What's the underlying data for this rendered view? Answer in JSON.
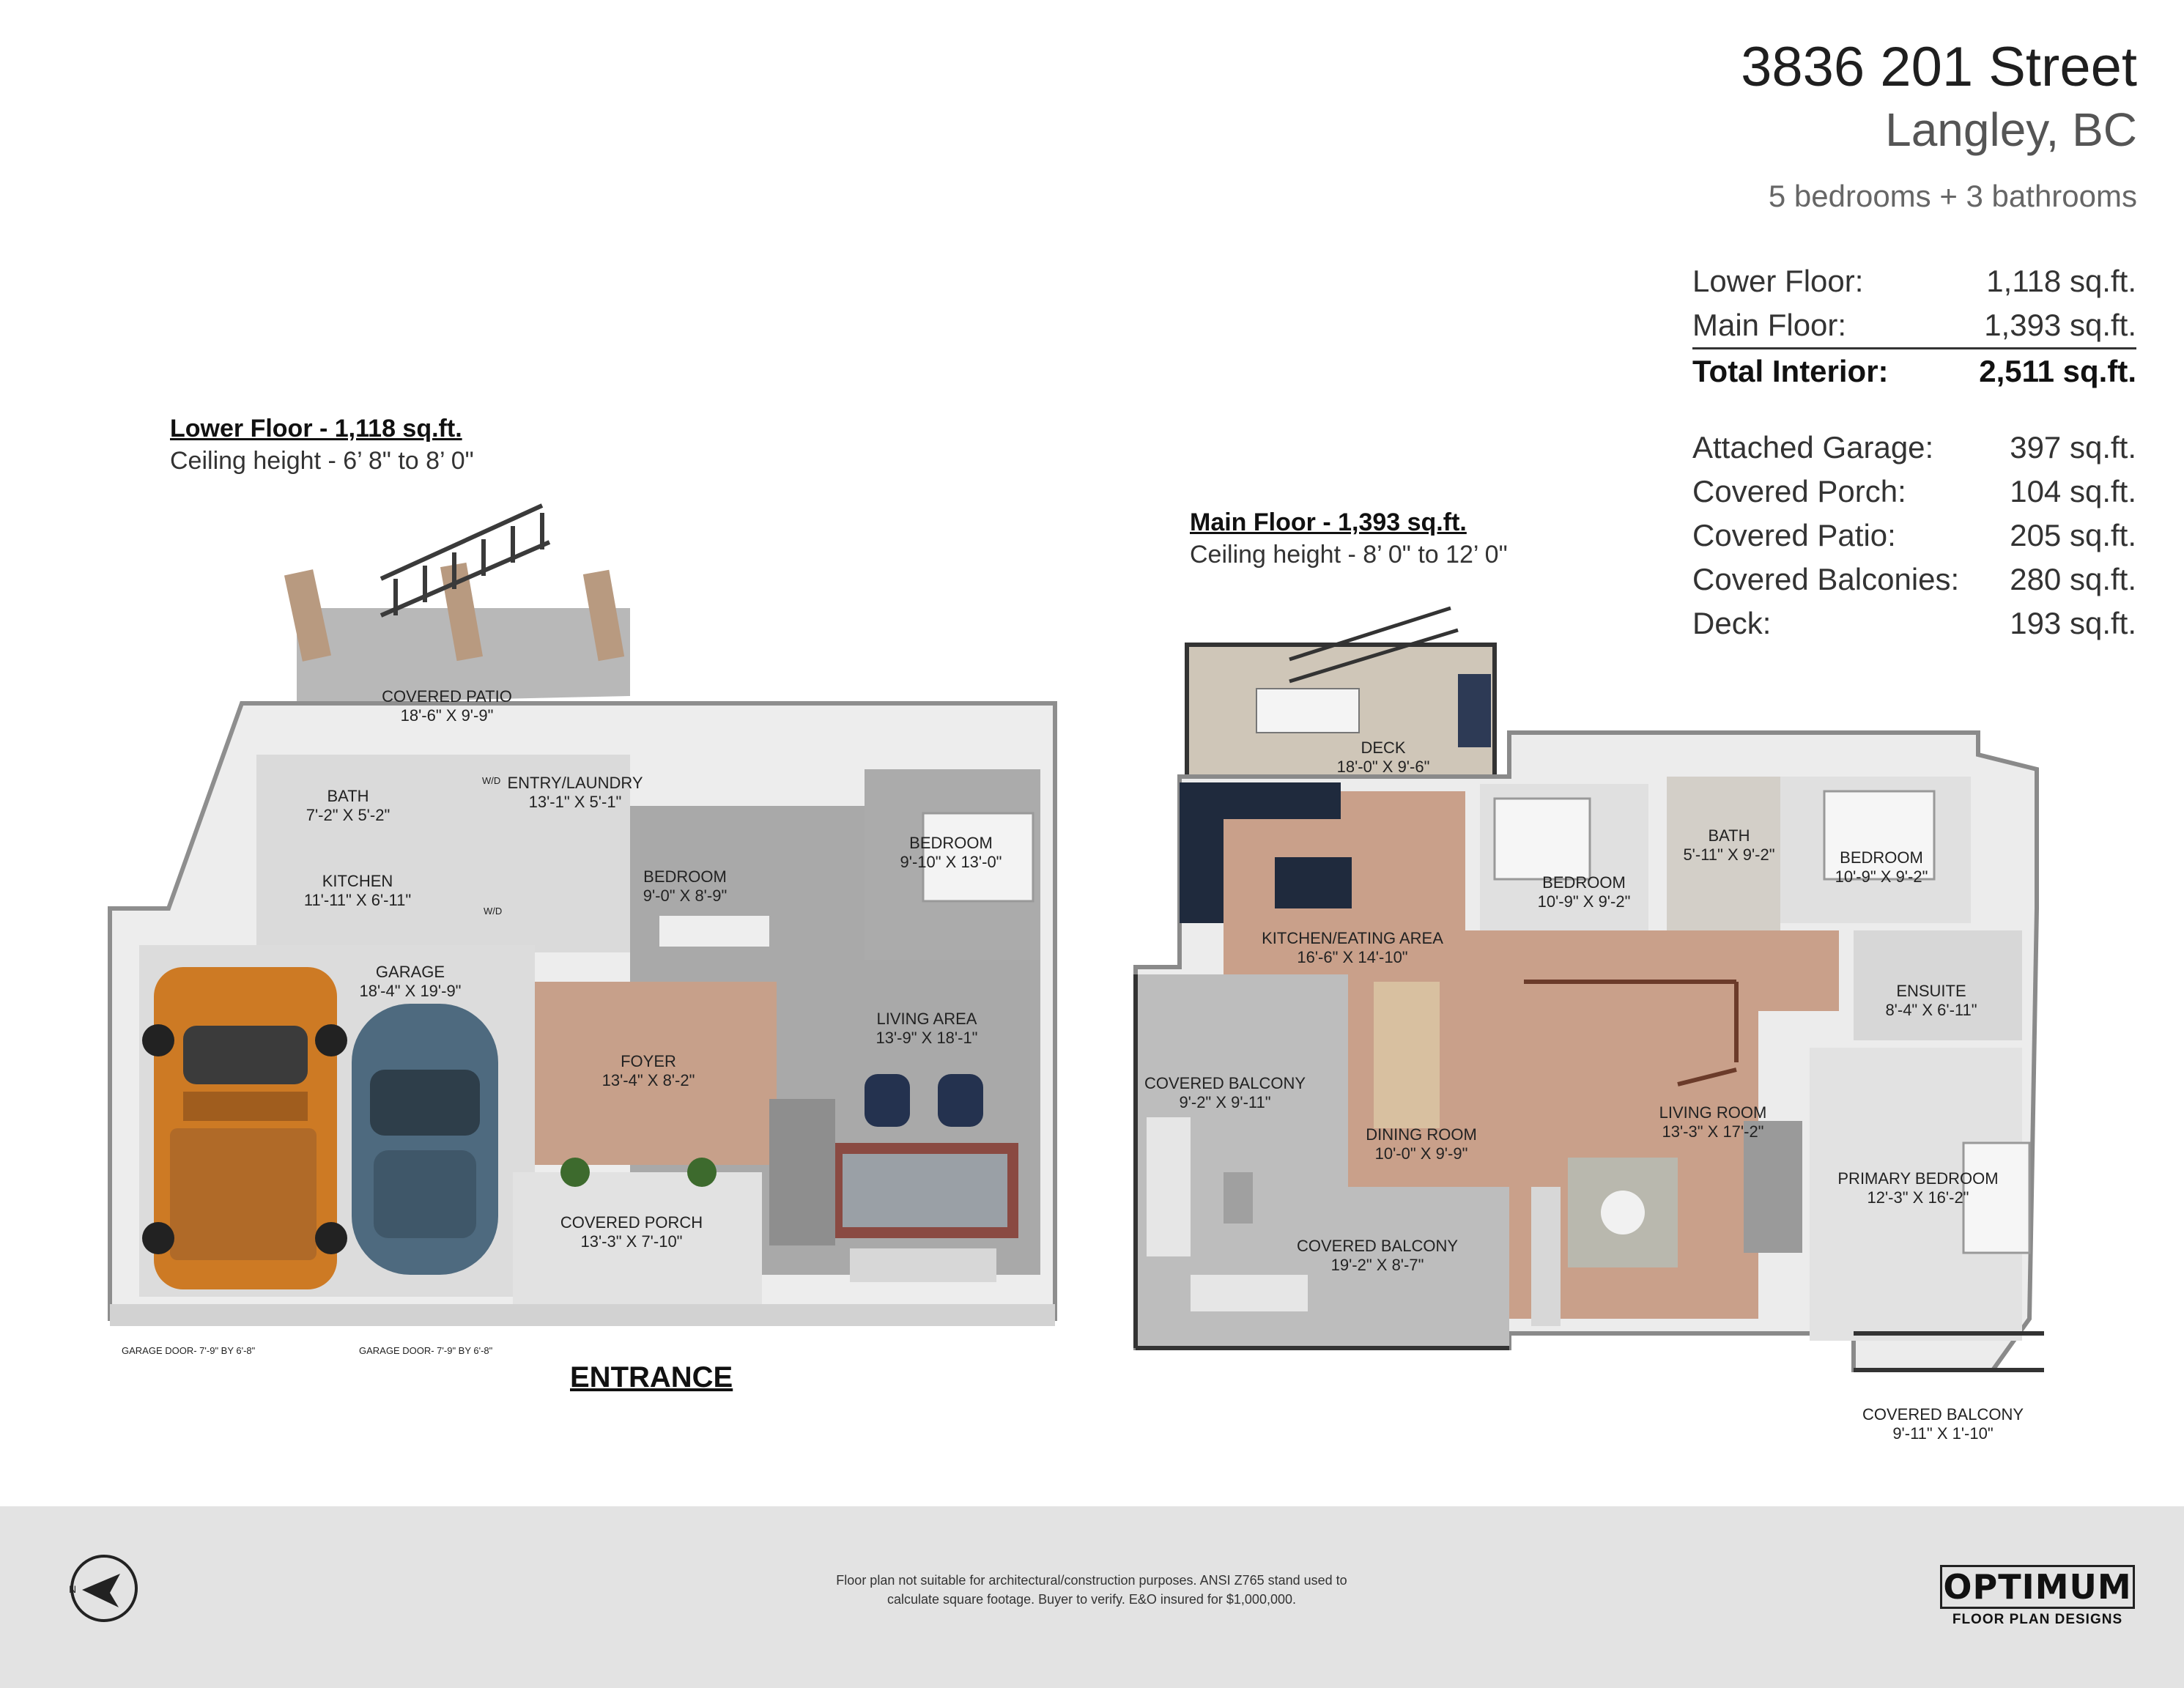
{
  "header": {
    "address_line1": "3836 201 Street",
    "address_line2": "Langley, BC",
    "summary": "5 bedrooms + 3 bathrooms"
  },
  "areas": {
    "interior": [
      {
        "label": "Lower Floor:",
        "value": "1,118 sq.ft."
      },
      {
        "label": "Main Floor:",
        "value": "1,393 sq.ft."
      },
      {
        "label": "Total Interior:",
        "value": "2,511 sq.ft."
      }
    ],
    "exterior": [
      {
        "label": "Attached Garage:",
        "value": "397 sq.ft."
      },
      {
        "label": "Covered Porch:",
        "value": "104 sq.ft."
      },
      {
        "label": "Covered Patio:",
        "value": "205 sq.ft."
      },
      {
        "label": "Covered Balconies:",
        "value": "280 sq.ft."
      },
      {
        "label": "Deck:",
        "value": "193 sq.ft."
      }
    ]
  },
  "lower_floor": {
    "title": "Lower Floor - 1,118 sq.ft.",
    "ceiling": "Ceiling height - 6’ 8\" to 8’ 0\"",
    "rooms": [
      {
        "name": "COVERED PATIO",
        "dim": "18'-6\" X 9'-9\""
      },
      {
        "name": "BATH",
        "dim": "7'-2\" X 5'-2\""
      },
      {
        "name": "ENTRY/LAUNDRY",
        "dim": "13'-1\" X 5'-1\""
      },
      {
        "name": "KITCHEN",
        "dim": "11'-11\" X 6'-11\""
      },
      {
        "name": "BEDROOM",
        "dim": "9'-0\" X 8'-9\""
      },
      {
        "name": "BEDROOM",
        "dim": "9'-10\" X 13'-0\""
      },
      {
        "name": "GARAGE",
        "dim": "18'-4\" X 19'-9\""
      },
      {
        "name": "FOYER",
        "dim": "13'-4\" X 8'-2\""
      },
      {
        "name": "LIVING AREA",
        "dim": "13'-9\" X 18'-1\""
      },
      {
        "name": "COVERED PORCH",
        "dim": "13'-3\" X 7'-10\""
      }
    ],
    "wd": "W/D",
    "garage_door_1": "GARAGE DOOR- 7'-9\" BY 6'-8\"",
    "garage_door_2": "GARAGE DOOR- 7'-9\" BY 6'-8\"",
    "entrance": "ENTRANCE"
  },
  "main_floor": {
    "title": "Main Floor - 1,393 sq.ft.",
    "ceiling": "Ceiling height - 8’ 0\" to 12’ 0\"",
    "rooms": [
      {
        "name": "DECK",
        "dim": "18'-0\" X 9'-6\""
      },
      {
        "name": "BEDROOM",
        "dim": "10'-9\" X 9'-2\""
      },
      {
        "name": "BATH",
        "dim": "5'-11\" X 9'-2\""
      },
      {
        "name": "BEDROOM",
        "dim": "10'-9\" X 9'-2\""
      },
      {
        "name": "KITCHEN/EATING AREA",
        "dim": "16'-6\" X 14'-10\""
      },
      {
        "name": "ENSUITE",
        "dim": "8'-4\" X 6'-11\""
      },
      {
        "name": "COVERED BALCONY",
        "dim": "9'-2\" X 9'-11\""
      },
      {
        "name": "LIVING ROOM",
        "dim": "13'-3\" X 17'-2\""
      },
      {
        "name": "DINING ROOM",
        "dim": "10'-0\" X 9'-9\""
      },
      {
        "name": "PRIMARY BEDROOM",
        "dim": "12'-3\" X 16'-2\""
      },
      {
        "name": "COVERED BALCONY",
        "dim": "19'-2\" X 8'-7\""
      },
      {
        "name": "COVERED BALCONY",
        "dim": "9'-11\" X 1'-10\""
      }
    ]
  },
  "footer": {
    "disclaimer_line1": "Floor plan not suitable for architectural/construction purposes. ANSI Z765 stand used to",
    "disclaimer_line2": "calculate square footage. Buyer to verify.  E&O insured for $1,000,000.",
    "logo_main": "OPTIMUM",
    "logo_sub": "FLOOR PLAN DESIGNS",
    "compass_letter": "N"
  },
  "colors": {
    "wall": "#f2f2f2",
    "wall_shadow": "#9a9a9a",
    "wood_floor": "#c9a189",
    "gray_floor": "#a7a7a7",
    "tile_floor": "#d8d8d8",
    "patio": "#b5b5b5",
    "orange_truck": "#d07a22",
    "blue_car": "#4f6b80",
    "footer_bg": "#e3e3e3"
  }
}
